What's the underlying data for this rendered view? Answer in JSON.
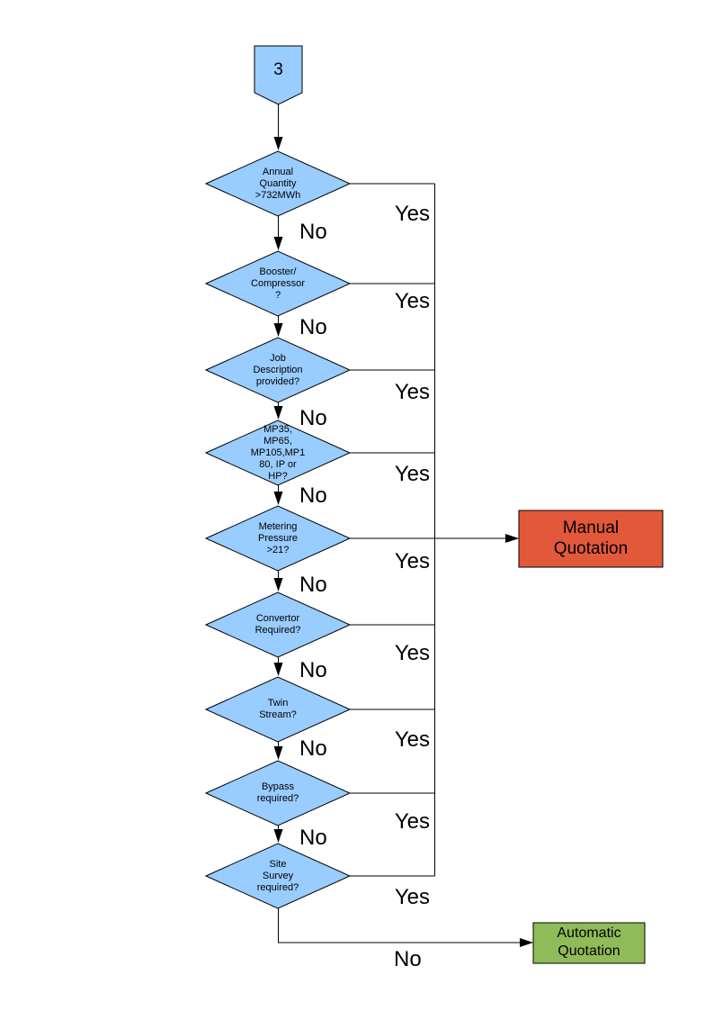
{
  "page": {
    "background": "#FFFFFF",
    "type": "flowchart"
  },
  "colors": {
    "node_fill": "#99CCFF",
    "node_border": "#000000",
    "manual_fill": "#E2583B",
    "automatic_fill": "#90BB59",
    "line": "#000000"
  },
  "connector": {
    "label": "3"
  },
  "decisions": [
    {
      "label": "Annual\nQuantity\n>732MWh"
    },
    {
      "label": "Booster/\nCompressor\n?"
    },
    {
      "label": "Job\nDescription\nprovided?"
    },
    {
      "label": "MP35,\nMP65,\nMP105,MP1\n80, IP or\nHP?"
    },
    {
      "label": "Metering\nPressure\n>21?"
    },
    {
      "label": "Convertor\nRequired?"
    },
    {
      "label": "Twin\nStream?"
    },
    {
      "label": "Bypass\nrequired?"
    },
    {
      "label": "Site\nSurvey\nrequired?"
    }
  ],
  "branch_labels": {
    "yes": "Yes",
    "no": "No"
  },
  "outcomes": {
    "manual": {
      "label": "Manual\nQuotation"
    },
    "automatic": {
      "label": "Automatic\nQuotation"
    }
  }
}
